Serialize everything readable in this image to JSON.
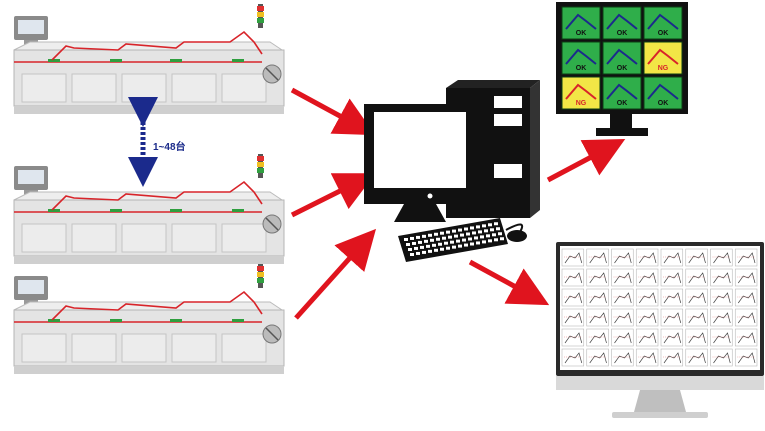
{
  "machine_span": {
    "label": "1~48台"
  },
  "top_monitor": {
    "tiles": [
      {
        "status": "OK",
        "color": "#2fae4a"
      },
      {
        "status": "OK",
        "color": "#2fae4a"
      },
      {
        "status": "OK",
        "color": "#2fae4a"
      },
      {
        "status": "OK",
        "color": "#2fae4a"
      },
      {
        "status": "OK",
        "color": "#2fae4a"
      },
      {
        "status": "NG",
        "color": "#f2e646"
      },
      {
        "status": "NG",
        "color": "#f2e646"
      },
      {
        "status": "OK",
        "color": "#2fae4a"
      },
      {
        "status": "OK",
        "color": "#2fae4a"
      }
    ]
  },
  "bottom_monitor": {
    "columns": 8,
    "rows": 6
  },
  "colors": {
    "arrow": "#e0141e",
    "span_arrow": "#1b2a8c",
    "profile_line": "#d8242a",
    "ok_tile": "#2fae4a",
    "ng_tile": "#f2e646",
    "ng_text": "#d8242a"
  }
}
